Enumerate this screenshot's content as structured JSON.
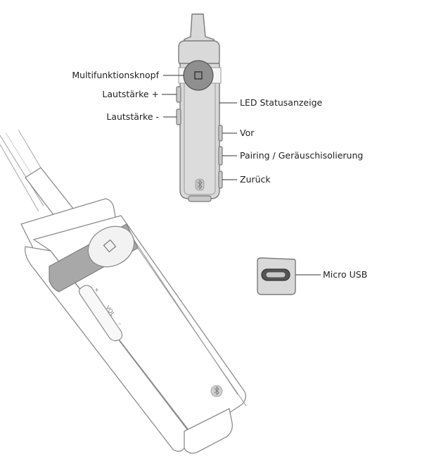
{
  "labels": {
    "multifunction": "Multifunktionsknopf",
    "volume_up": "Lautstärke +",
    "volume_down": "Lautstärke -",
    "led": "LED Statusanzeige",
    "forward": "Vor",
    "pairing": "Pairing / Geräuschisolierung",
    "back": "Zurück",
    "micro_usb": "Micro USB"
  },
  "device_markings": {
    "plus": "+",
    "minus": "–",
    "vol": "VOL"
  },
  "icons": {
    "bluetooth": "bluetooth-icon"
  },
  "colors": {
    "body": "#d9d9d9",
    "outline": "#9a9a9a",
    "button": "#8f8f8f",
    "text": "#222222"
  }
}
